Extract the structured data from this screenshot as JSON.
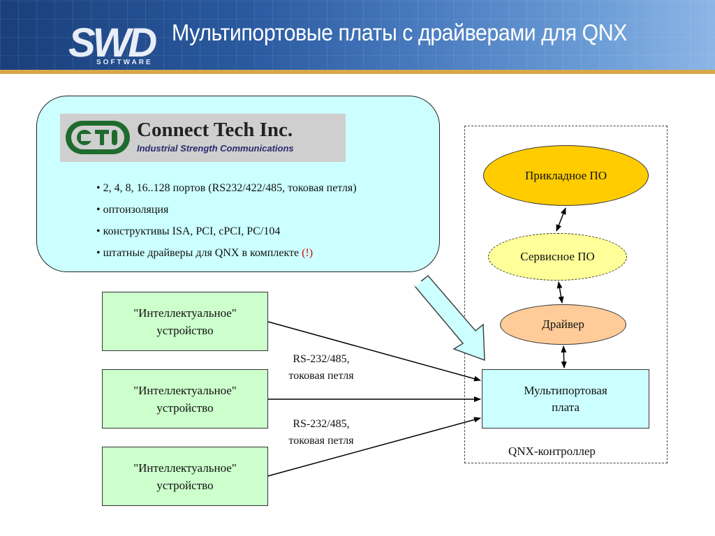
{
  "header": {
    "title": "Мультипортовые платы с драйверами для QNX",
    "logo_text": "SWD",
    "logo_subtext": "SOFTWARE"
  },
  "info_box": {
    "company_name": "Connect Tech Inc.",
    "company_tagline": "Industrial Strength Communications",
    "bullets": [
      "• 2, 4, 8, 16..128 портов (RS232/422/485, токовая петля)",
      "• оптоизоляция",
      "• конструктивы ISA, PCI, cPCI, PC/104",
      "• штатные драйверы для QNX в комплекте "
    ],
    "bullet_emphasis": "(!)"
  },
  "controller": {
    "app_software": "Прикладное ПО",
    "service_software": "Сервисное ПО",
    "driver": "Драйвер",
    "multiport_board_line1": "Мультипортовая",
    "multiport_board_line2": "плата",
    "label": "QNX-контроллер"
  },
  "devices": [
    {
      "line1": "\"Интеллектуальное\"",
      "line2": "устройство"
    },
    {
      "line1": "\"Интеллектуальное\"",
      "line2": "устройство"
    },
    {
      "line1": "\"Интеллектуальное\"",
      "line2": "устройство"
    }
  ],
  "connection_labels": [
    {
      "line1": "RS-232/485,",
      "line2": "токовая петля"
    },
    {
      "line1": "RS-232/485,",
      "line2": "токовая петля"
    }
  ],
  "colors": {
    "info_box_bg": "#ccffff",
    "app_software_fill": "#ffcc00",
    "service_software_fill": "#ffff99",
    "driver_fill": "#ffcc99",
    "device_fill": "#ccffcc",
    "emphasis": "#e00000"
  }
}
